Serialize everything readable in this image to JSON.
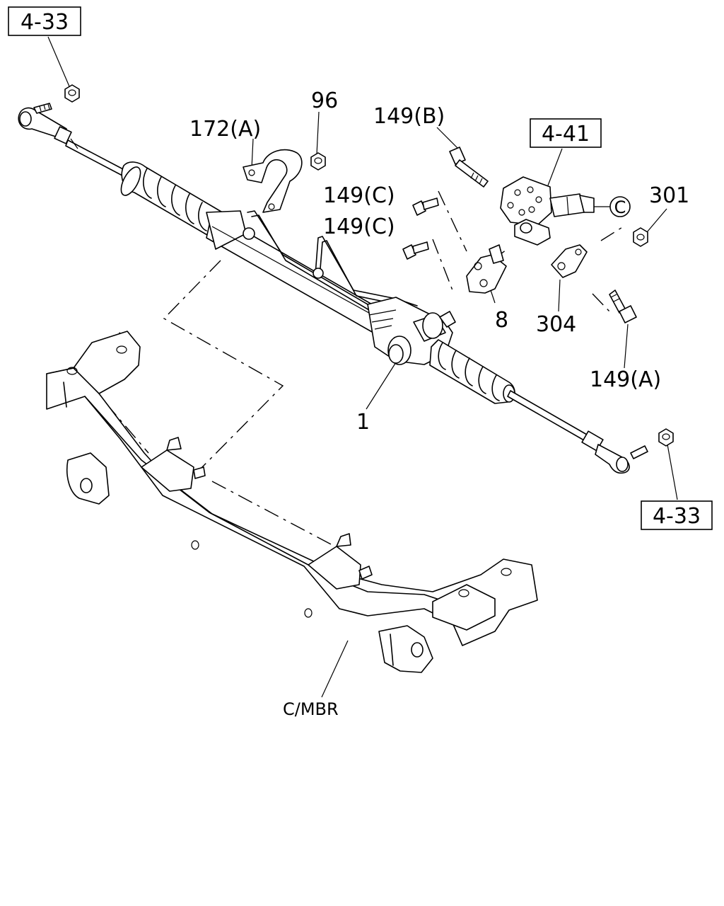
{
  "refs": {
    "top_left": "4-33",
    "bottom_right": "4-33",
    "column": "4-41"
  },
  "callouts": {
    "p96": "96",
    "p172a": "172(A)",
    "p149b": "149(B)",
    "p149c_upper": "149(C)",
    "p149c_lower": "149(C)",
    "p301": "301",
    "p8": "8",
    "p304": "304",
    "p149a": "149(A)",
    "p1": "1",
    "cmbr": "C/MBR",
    "circle_c": "C"
  }
}
